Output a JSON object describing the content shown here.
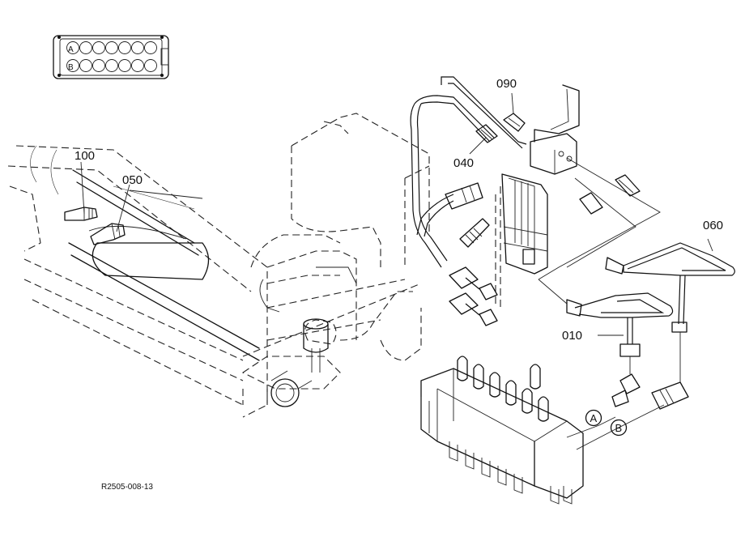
{
  "drawing": {
    "reference_code": "R2505-008-13"
  },
  "callouts": [
    {
      "id": "c100",
      "text": "100"
    },
    {
      "id": "c050",
      "text": "050"
    },
    {
      "id": "c090",
      "text": "090"
    },
    {
      "id": "c040",
      "text": "040"
    },
    {
      "id": "c060",
      "text": "060"
    },
    {
      "id": "c010",
      "text": "010"
    }
  ],
  "port_markers": {
    "a": "A",
    "b": "B"
  },
  "connector_legend": {
    "row_a": "A",
    "row_b": "B"
  }
}
